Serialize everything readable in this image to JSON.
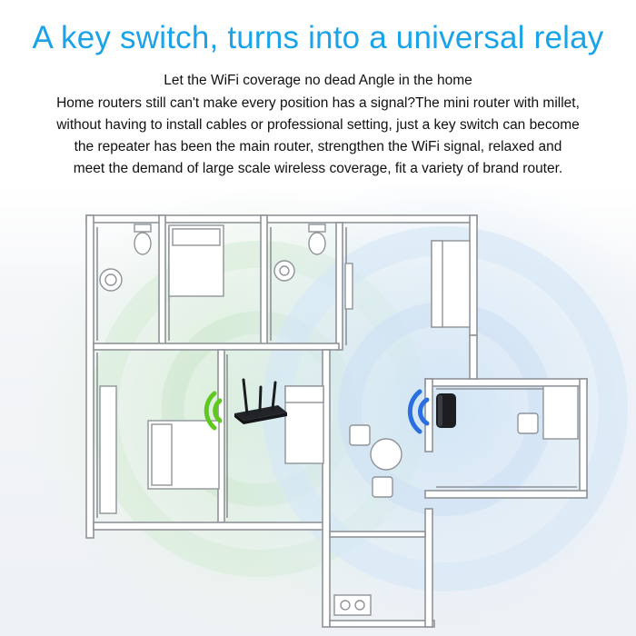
{
  "header": {
    "title": "A key switch, turns into a universal relay",
    "subtitle": "Let the WiFi coverage no dead Angle in the home",
    "body_lines": [
      "Home routers still can't make every position has a signal?The mini router with millet,",
      "without having to install cables or professional setting, just a key switch can become",
      "the repeater has been the main router, strengthen the WiFi signal, relaxed and",
      "meet the demand of large scale wireless coverage, fit a variety of brand router."
    ]
  },
  "colors": {
    "title_blue": "#1aa3e8",
    "main_router_signal": "#5fc81e",
    "repeater_signal": "#2a6fe0",
    "wall": "#8f9398"
  },
  "icons": {
    "main_router": "router-with-antennas-icon",
    "repeater": "mini-repeater-icon"
  }
}
